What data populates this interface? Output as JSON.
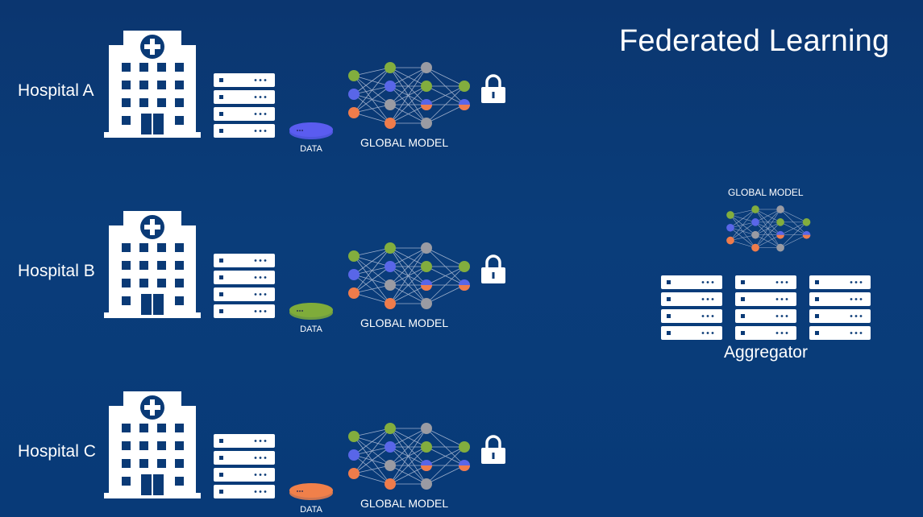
{
  "title": "Federated Learning",
  "hospitals": [
    {
      "label": "Hospital A",
      "data_label": "DATA",
      "model_label": "GLOBAL MODEL",
      "data_color": "#5a5cf0"
    },
    {
      "label": "Hospital B",
      "data_label": "DATA",
      "model_label": "GLOBAL MODEL",
      "data_color": "#7fac3a"
    },
    {
      "label": "Hospital C",
      "data_label": "DATA",
      "model_label": "GLOBAL MODEL",
      "data_color": "#f0804a"
    }
  ],
  "aggregator": {
    "label": "Aggregator",
    "model_label": "GLOBAL MODEL"
  },
  "colors": {
    "green": "#82ad3e",
    "blue": "#5966e8",
    "orange": "#ef7c4b",
    "gray": "#9a9ba3",
    "white": "#ffffff"
  },
  "icons": [
    "hospital-icon",
    "server-rack-icon",
    "data-disk-icon",
    "neural-network-icon",
    "lock-icon"
  ]
}
